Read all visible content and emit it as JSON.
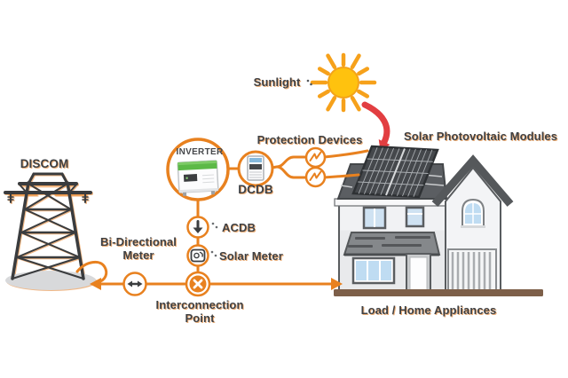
{
  "diagram": {
    "labels": {
      "discom": "DISCOM",
      "sunlight": "Sunlight",
      "protection_devices": "Protection Devices",
      "solar_modules": "Solar Photovoltaic Modules",
      "inverter": "INVERTER",
      "dcdb": "DCDB",
      "acdb": "ACDB",
      "solar_meter": "Solar Meter",
      "bi_directional_meter": "Bi-Directional Meter",
      "interconnection_point": "Interconnection Point",
      "load_home_appliances": "Load / Home Appliances"
    },
    "colors": {
      "connection_line": "#E8811F",
      "label_text": "#3F4144",
      "sun_core": "#FFC20E",
      "sun_rays": "#F6A11B",
      "sunlight_arrow": "#E23E41",
      "roof": "#55585B",
      "walls": "#E9EAEC",
      "foundation": "#7D5F49",
      "solar_panel": "#45484C",
      "tower": "#3A3C3E"
    }
  }
}
